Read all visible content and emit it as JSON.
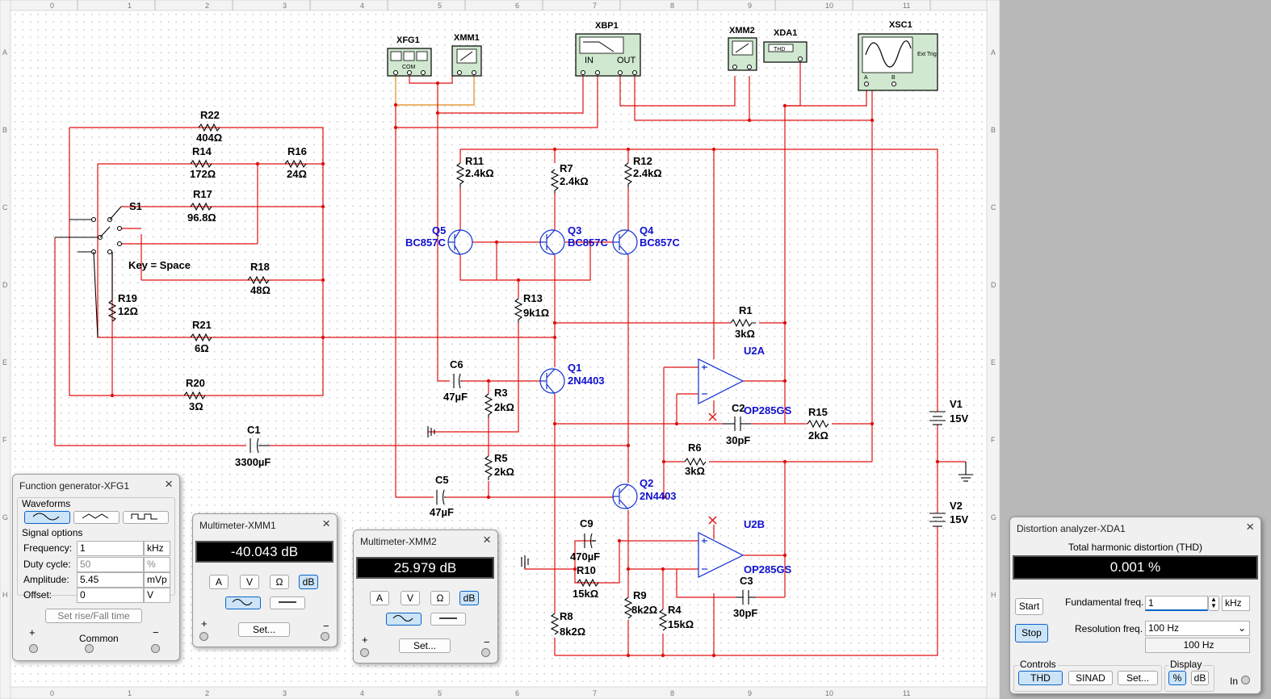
{
  "rulers": {
    "top": [
      "0",
      "1",
      "2",
      "3",
      "4",
      "5",
      "6",
      "7",
      "8",
      "9",
      "10",
      "11"
    ],
    "side": [
      "A",
      "B",
      "C",
      "D",
      "E",
      "F",
      "G",
      "H"
    ]
  },
  "schematic": {
    "instruments": {
      "xfg1": {
        "label": "XFG1",
        "com": "COM"
      },
      "xmm1": {
        "label": "XMM1"
      },
      "xbp1": {
        "label": "XBP1",
        "in": "IN",
        "out": "OUT"
      },
      "xmm2": {
        "label": "XMM2"
      },
      "xda1": {
        "label": "XDA1",
        "thd": "THD"
      },
      "xsc1": {
        "label": "XSC1",
        "ext": "Ext Trig",
        "a": "A",
        "b": "B"
      }
    },
    "resistors": [
      {
        "name": "R22",
        "value": "404Ω"
      },
      {
        "name": "R14",
        "value": "172Ω"
      },
      {
        "name": "R16",
        "value": "24Ω"
      },
      {
        "name": "R17",
        "value": "96.8Ω"
      },
      {
        "name": "R18",
        "value": "48Ω"
      },
      {
        "name": "R19",
        "value": "12Ω"
      },
      {
        "name": "R21",
        "value": "6Ω"
      },
      {
        "name": "R20",
        "value": "3Ω"
      },
      {
        "name": "R11",
        "value": "2.4kΩ"
      },
      {
        "name": "R7",
        "value": "2.4kΩ"
      },
      {
        "name": "R12",
        "value": "2.4kΩ"
      },
      {
        "name": "R13",
        "value": "9k1Ω"
      },
      {
        "name": "R1",
        "value": "3kΩ"
      },
      {
        "name": "R3",
        "value": "2kΩ"
      },
      {
        "name": "R15",
        "value": "2kΩ"
      },
      {
        "name": "R5",
        "value": "2kΩ"
      },
      {
        "name": "R6",
        "value": "3kΩ"
      },
      {
        "name": "R10",
        "value": "15kΩ"
      },
      {
        "name": "R9",
        "value": "8k2Ω"
      },
      {
        "name": "R4",
        "value": "15kΩ"
      },
      {
        "name": "R8",
        "value": "8k2Ω"
      }
    ],
    "capacitors": [
      {
        "name": "C6",
        "value": "47µF"
      },
      {
        "name": "C1",
        "value": "3300µF"
      },
      {
        "name": "C5",
        "value": "47µF"
      },
      {
        "name": "C2",
        "value": "30pF"
      },
      {
        "name": "C9",
        "value": "470µF"
      },
      {
        "name": "C3",
        "value": "30pF"
      }
    ],
    "transistors": [
      {
        "name": "Q5",
        "model": "BC857C"
      },
      {
        "name": "Q3",
        "model": "BC857C"
      },
      {
        "name": "Q4",
        "model": "BC857C"
      },
      {
        "name": "Q1",
        "model": "2N4403"
      },
      {
        "name": "Q2",
        "model": "2N4403"
      }
    ],
    "opamps": [
      {
        "name": "U2A",
        "model": "OP285GS"
      },
      {
        "name": "U2B",
        "model": "OP285GS"
      }
    ],
    "sources": [
      {
        "name": "V1",
        "value": "15V"
      },
      {
        "name": "V2",
        "value": "15V"
      }
    ],
    "switch": {
      "name": "S1",
      "key": "Key = Space"
    }
  },
  "function_generator": {
    "title": "Function generator-XFG1",
    "waveforms_label": "Waveforms",
    "waveforms": [
      "sine",
      "triangle",
      "square"
    ],
    "selected_waveform": "sine",
    "signal_options_label": "Signal options",
    "fields": [
      {
        "label": "Frequency:",
        "value": "1",
        "unit": "kHz",
        "enabled": true
      },
      {
        "label": "Duty cycle:",
        "value": "50",
        "unit": "%",
        "enabled": false
      },
      {
        "label": "Amplitude:",
        "value": "5.45",
        "unit": "mVp",
        "enabled": true
      },
      {
        "label": "Offset:",
        "value": "0",
        "unit": "V",
        "enabled": true
      }
    ],
    "rise_fall_button": "Set rise/Fall time",
    "plus": "+",
    "minus": "−",
    "common": "Common"
  },
  "multimeter1": {
    "title": "Multimeter-XMM1",
    "reading": "-40.043 dB",
    "modes": [
      "A",
      "V",
      "Ω",
      "dB"
    ],
    "selected_mode": "dB",
    "set_button": "Set...",
    "plus": "+",
    "minus": "−"
  },
  "multimeter2": {
    "title": "Multimeter-XMM2",
    "reading": "25.979 dB",
    "modes": [
      "A",
      "V",
      "Ω",
      "dB"
    ],
    "selected_mode": "dB",
    "set_button": "Set...",
    "plus": "+",
    "minus": "−"
  },
  "distortion_analyzer": {
    "title": "Distortion analyzer-XDA1",
    "header": "Total harmonic distortion (THD)",
    "reading": "0.001 %",
    "start_button": "Start",
    "stop_button": "Stop",
    "fundamental_label": "Fundamental freq.",
    "fundamental_value": "1",
    "fundamental_unit": "kHz",
    "resolution_label": "Resolution freq.",
    "resolution_value": "100 Hz",
    "resolution_readout": "100 Hz",
    "controls_label": "Controls",
    "display_label": "Display",
    "thd_button": "THD",
    "sinad_button": "SINAD",
    "set_button": "Set...",
    "pct_button": "%",
    "db_button": "dB",
    "in_label": "In"
  },
  "colors": {
    "wire": "#e01010",
    "accent": "#0a64c8",
    "component_label": "#1010d0"
  }
}
